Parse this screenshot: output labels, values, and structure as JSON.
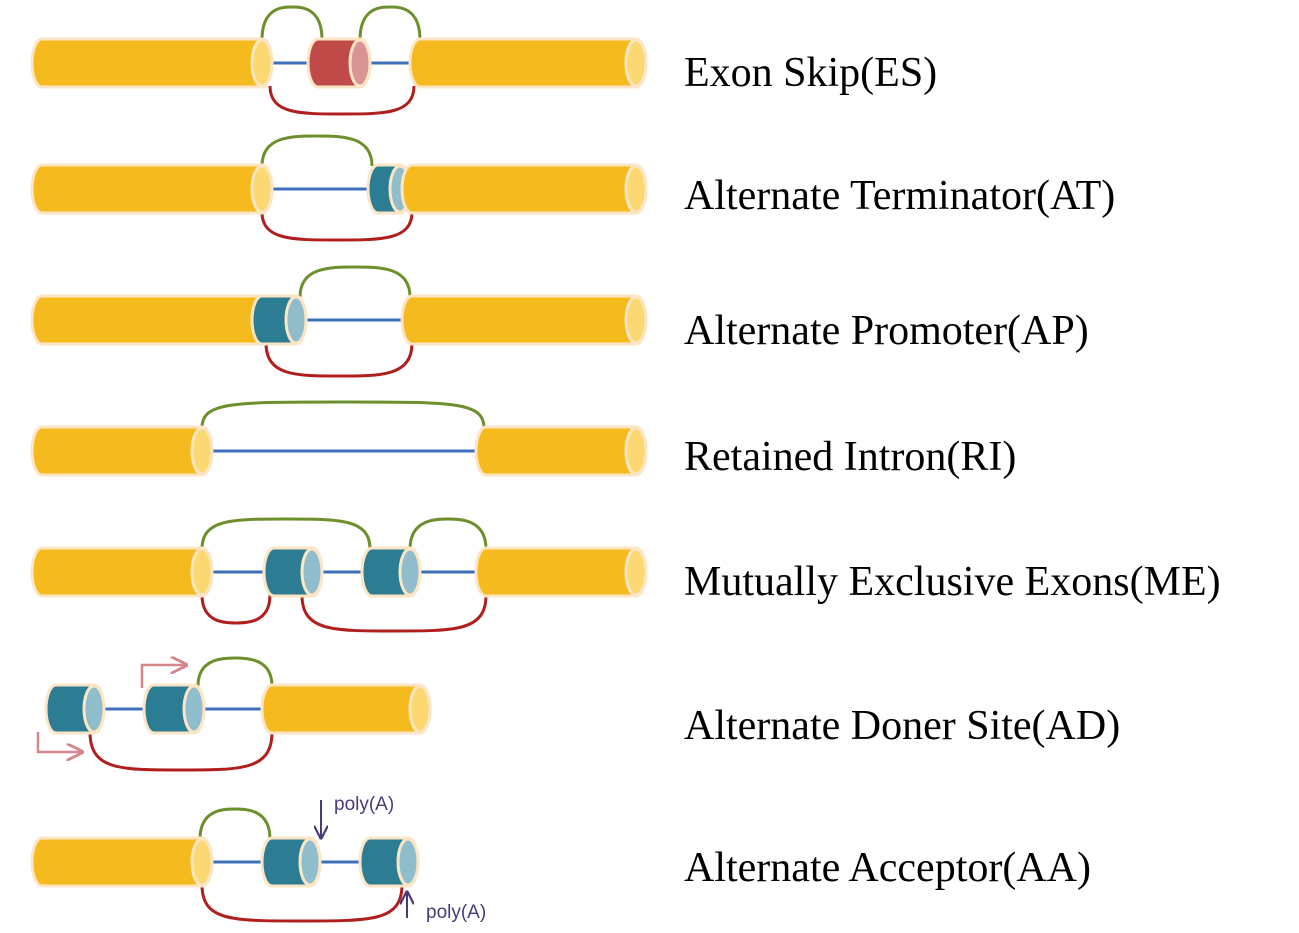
{
  "colors": {
    "constitutive_exon": "#F5BA1E",
    "constitutive_cap": "#FBD872",
    "skipped_exon": "#C04A48",
    "skipped_cap": "#D99594",
    "alt_exon": "#2C7D93",
    "alt_cap": "#8FBDCB",
    "outline": "#FCE5C4",
    "intron_line": "#3D6FB8",
    "inclusion_junction": "#6D8F2C",
    "exclusion_junction": "#B01E1E",
    "tss_arrow": "#D4868A",
    "polya_arrow": "#4b3a7a"
  },
  "events": [
    {
      "label": "Exon Skip(ES)"
    },
    {
      "label": "Alternate Terminator(AT)"
    },
    {
      "label": "Alternate Promoter(AP)"
    },
    {
      "label": "Retained Intron(RI)"
    },
    {
      "label": "Mutually Exclusive Exons(ME)"
    },
    {
      "label": "Alternate Doner Site(AD)"
    },
    {
      "label": "Alternate Acceptor(AA)"
    }
  ],
  "annotations": {
    "polya_top": "poly(A)",
    "polya_bottom": "poly(A)"
  }
}
